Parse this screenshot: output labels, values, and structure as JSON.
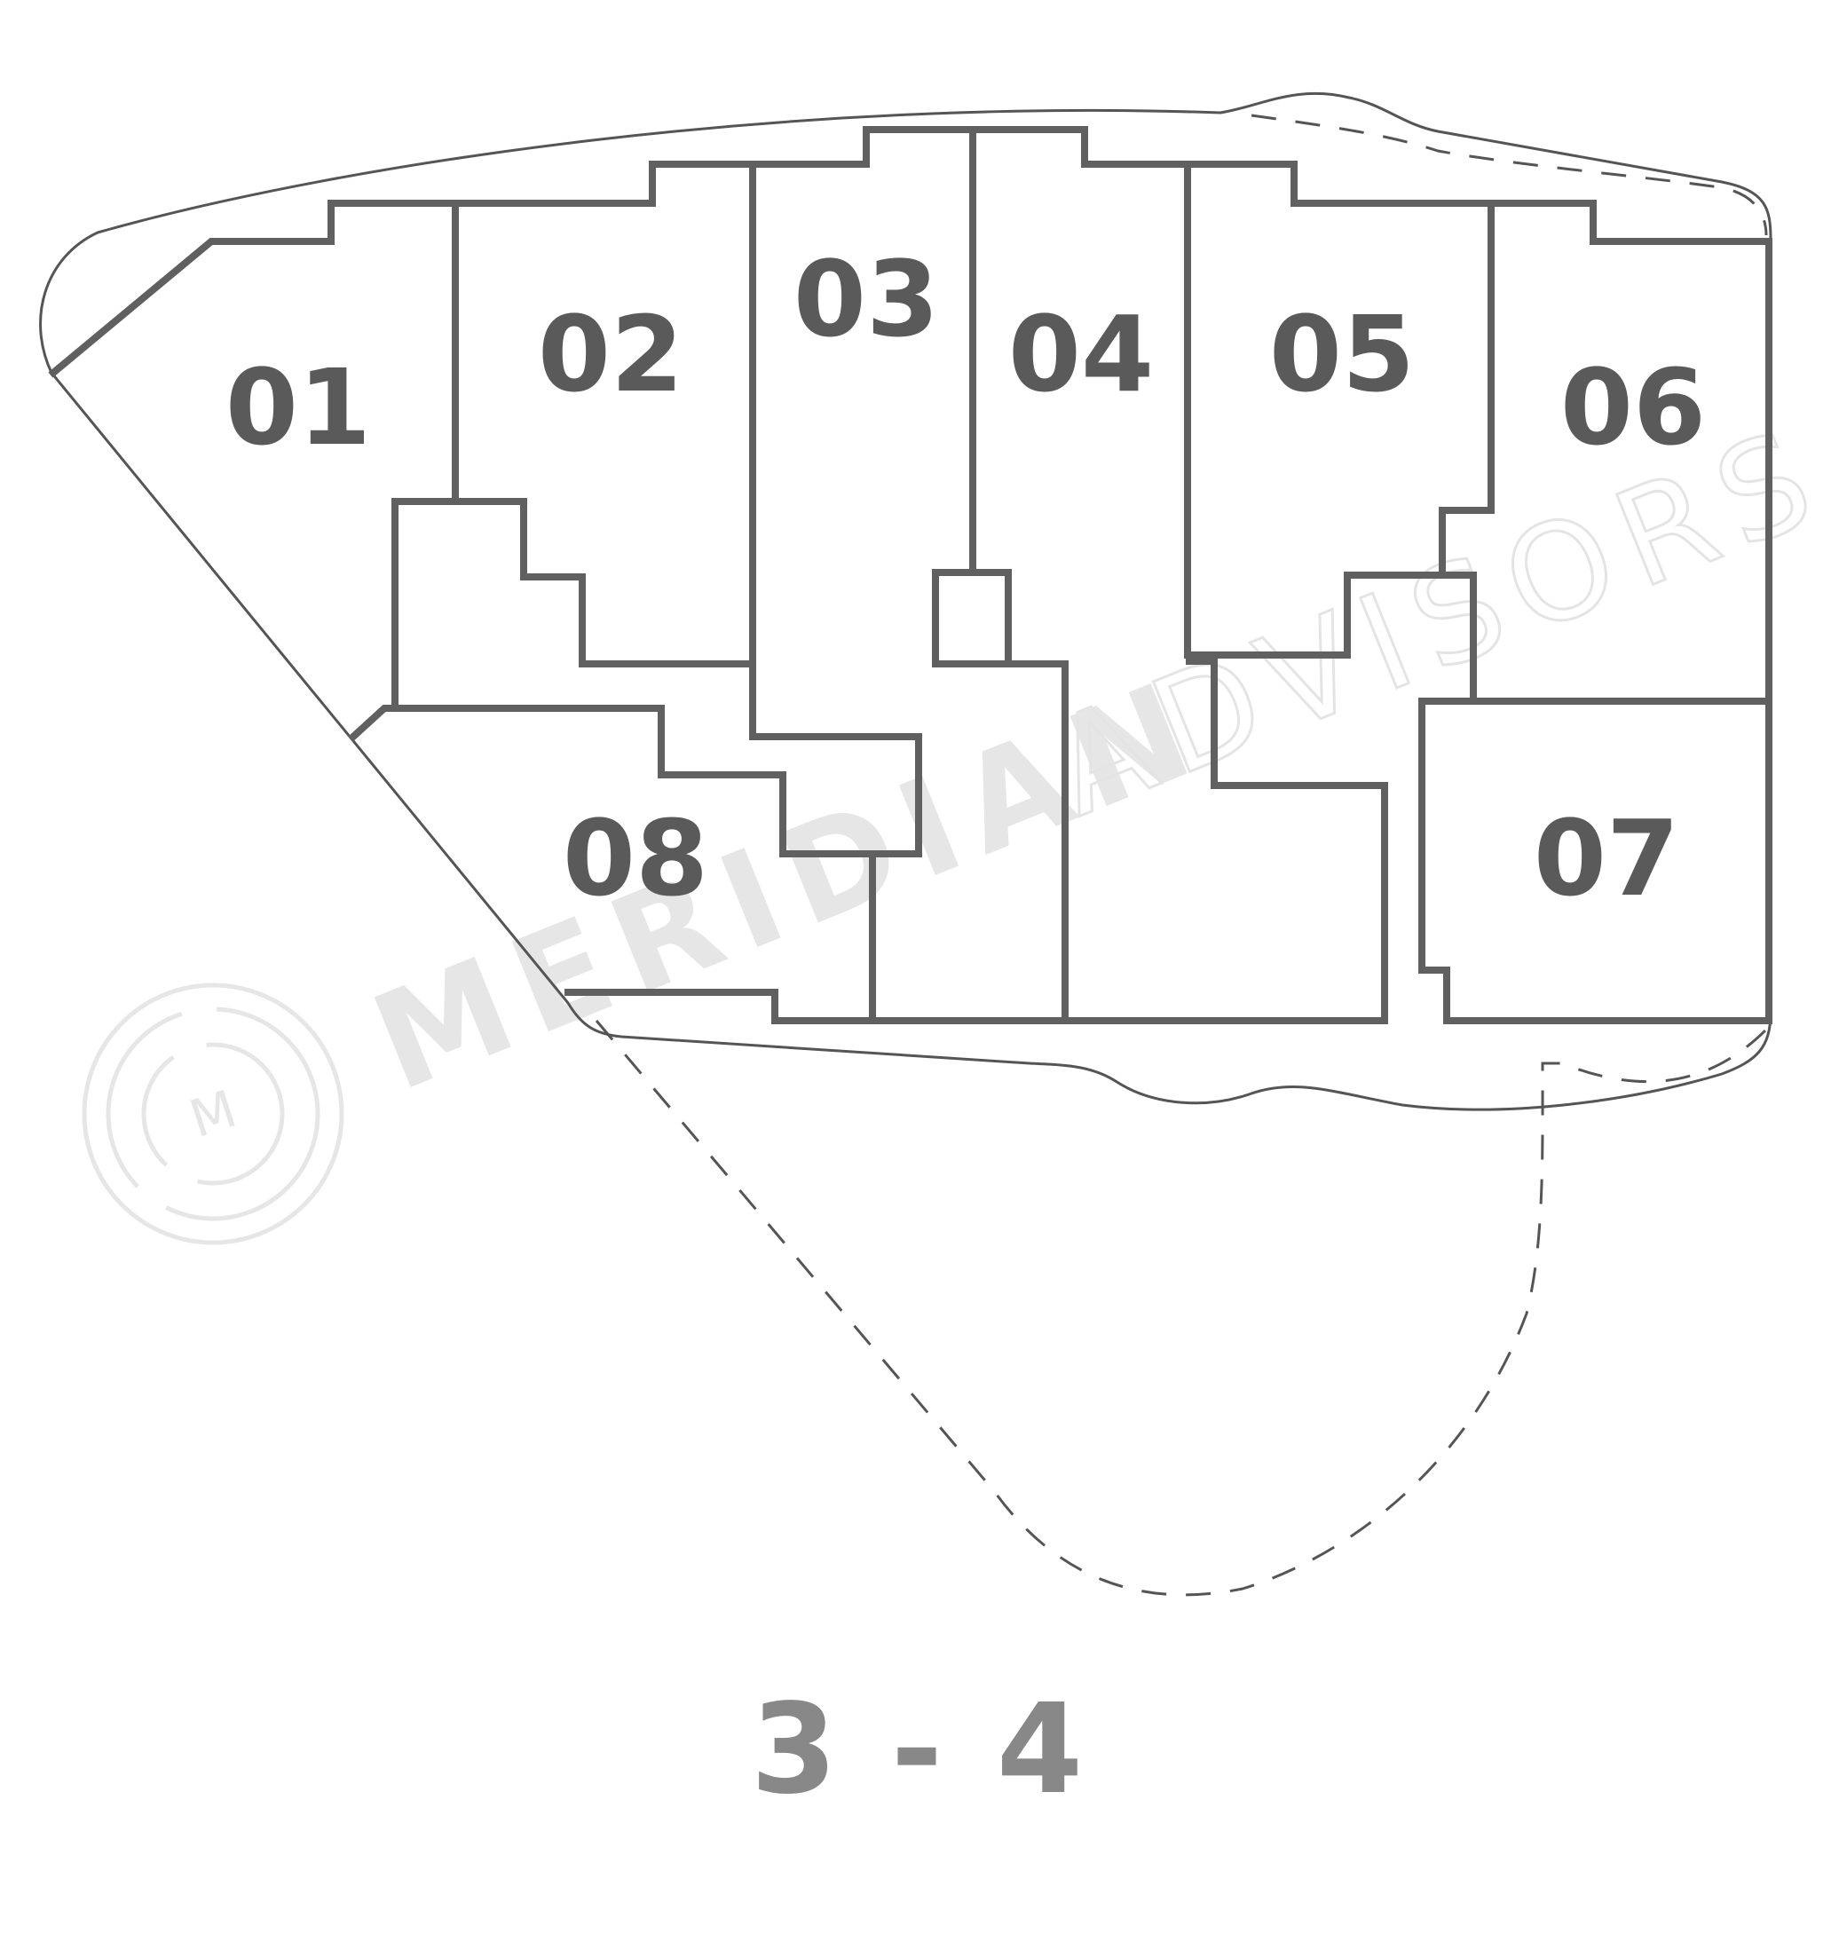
{
  "watermark": {
    "brand_word_1": "MERIDIAN",
    "brand_word_2": "ADVISORS",
    "logo_letter": "M",
    "color": "#e6e6e6"
  },
  "units": [
    {
      "id": "01",
      "label": "01"
    },
    {
      "id": "02",
      "label": "02"
    },
    {
      "id": "03",
      "label": "03"
    },
    {
      "id": "04",
      "label": "04"
    },
    {
      "id": "05",
      "label": "05"
    },
    {
      "id": "06",
      "label": "06"
    },
    {
      "id": "07",
      "label": "07"
    },
    {
      "id": "08",
      "label": "08"
    }
  ],
  "floor": {
    "label": "3 - 4"
  },
  "colors": {
    "line": "#606060",
    "label": "#5a5a5a",
    "floor_label": "#888888"
  }
}
